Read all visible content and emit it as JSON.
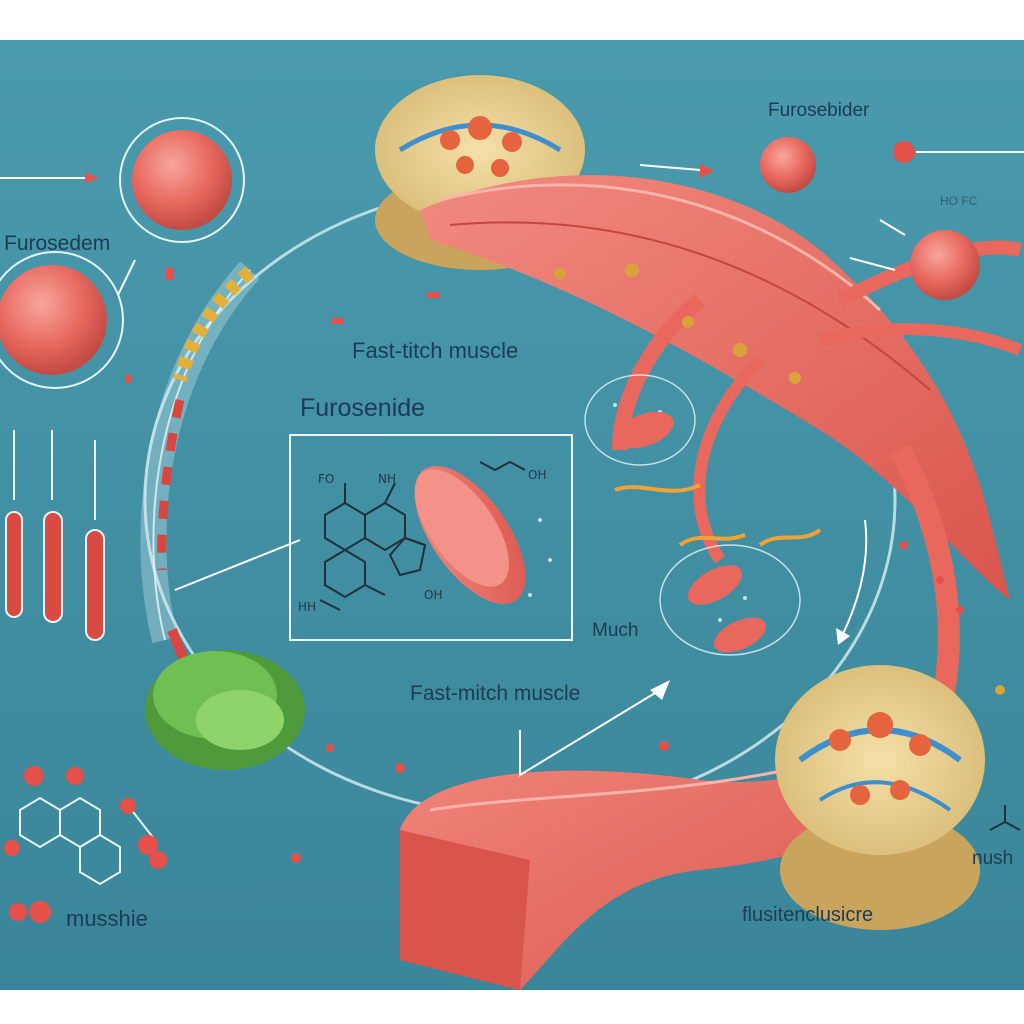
{
  "labels": {
    "furosedem": "Furosedem",
    "furosebider": "Furosebider",
    "fast_titch": "Fast-titch muscle",
    "furosenide": "Furosenide",
    "much": "Much",
    "fast_mitch": "Fast-mitch muscle",
    "nushie": "nush",
    "flusitenclusicre": "flusitenclusicre",
    "musshie": "musshie",
    "ho_fc": "HO FC"
  },
  "chem_labels": {
    "fo": "FO",
    "nh": "NH",
    "oh_top": "OH",
    "oh_right": "OH",
    "hh": "HH"
  },
  "colors": {
    "background": "#3f8fa3",
    "muscle": "#e8685e",
    "muscle_light": "#f4928a",
    "outline": "#1f3a4d",
    "plant": "#5aa640"
  }
}
